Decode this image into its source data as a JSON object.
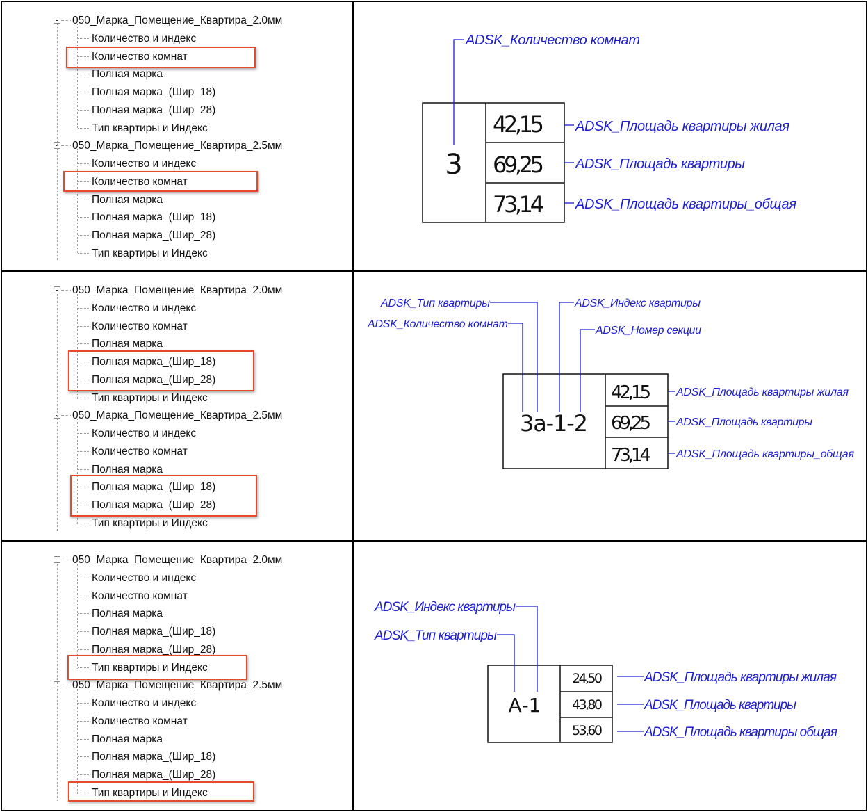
{
  "panels": [
    {
      "tree": [
        {
          "label": "050_Марка_Помещение_Квартира_2.0мм",
          "children": [
            "Количество и индекс",
            "Количество комнат",
            "Полная марка",
            "Полная марка_(Шир_18)",
            "Полная марка_(Шир_28)",
            "Тип квартиры и Индекс"
          ]
        },
        {
          "label": "050_Марка_Помещение_Квартира_2.5мм",
          "children": [
            "Количество и индекс",
            "Количество комнат",
            "Полная марка",
            "Полная марка_(Шир_18)",
            "Полная марка_(Шир_28)",
            "Тип квартиры и Индекс"
          ]
        }
      ],
      "highlighted": [
        "Количество комнат"
      ],
      "tag": {
        "main": "3",
        "values": [
          "42,15",
          "69,25",
          "73,14"
        ],
        "labels": {
          "top": "ADSK_Количество комнат",
          "right": [
            "ADSK_Площадь квартиры жилая",
            "ADSK_Площадь квартиры",
            "ADSK_Площадь квартиры_общая"
          ]
        }
      }
    },
    {
      "tree": [
        {
          "label": "050_Марка_Помещение_Квартира_2.0мм",
          "children": [
            "Количество и индекс",
            "Количество комнат",
            "Полная марка",
            "Полная марка_(Шир_18)",
            "Полная марка_(Шир_28)",
            "Тип квартиры и Индекс"
          ]
        },
        {
          "label": "050_Марка_Помещение_Квартира_2.5мм",
          "children": [
            "Количество и индекс",
            "Количество комнат",
            "Полная марка",
            "Полная марка_(Шир_18)",
            "Полная марка_(Шир_28)",
            "Тип квартиры и Индекс"
          ]
        }
      ],
      "highlighted": [
        "Полная марка_(Шир_18)",
        "Полная марка_(Шир_28)"
      ],
      "tag": {
        "main": "3а-1-2",
        "values": [
          "42,15",
          "69,25",
          "73,14"
        ],
        "labels": {
          "type": "ADSK_Тип квартиры",
          "rooms": "ADSK_Количество комнат",
          "index": "ADSK_Индекс квартиры",
          "section": "ADSK_Номер секции",
          "right": [
            "ADSK_Площадь квартиры жилая",
            "ADSK_Площадь квартиры",
            "ADSK_Площадь квартиры_общая"
          ]
        }
      }
    },
    {
      "tree": [
        {
          "label": "050_Марка_Помещение_Квартира_2.0мм",
          "children": [
            "Количество и индекс",
            "Количество комнат",
            "Полная марка",
            "Полная марка_(Шир_18)",
            "Полная марка_(Шир_28)",
            "Тип квартиры и Индекс"
          ]
        },
        {
          "label": "050_Марка_Помещение_Квартира_2.5мм",
          "children": [
            "Количество и индекс",
            "Количество комнат",
            "Полная марка",
            "Полная марка_(Шир_18)",
            "Полная марка_(Шир_28)",
            "Тип квартиры и Индекс"
          ]
        }
      ],
      "highlighted": [
        "Тип квартиры и Индекс"
      ],
      "tag": {
        "main": "А-1",
        "values": [
          "24,50",
          "43,80",
          "53,60"
        ],
        "labels": {
          "index": "ADSK_Индекс квартиры",
          "type": "ADSK_Тип квартиры",
          "right": [
            "ADSK_Площадь квартиры жилая",
            "ADSK_Площадь квартиры",
            "ADSK_Площадь квартиры общая"
          ]
        }
      }
    }
  ],
  "colors": {
    "leader": "#1e1ed2",
    "highlight": "#e8492a"
  }
}
